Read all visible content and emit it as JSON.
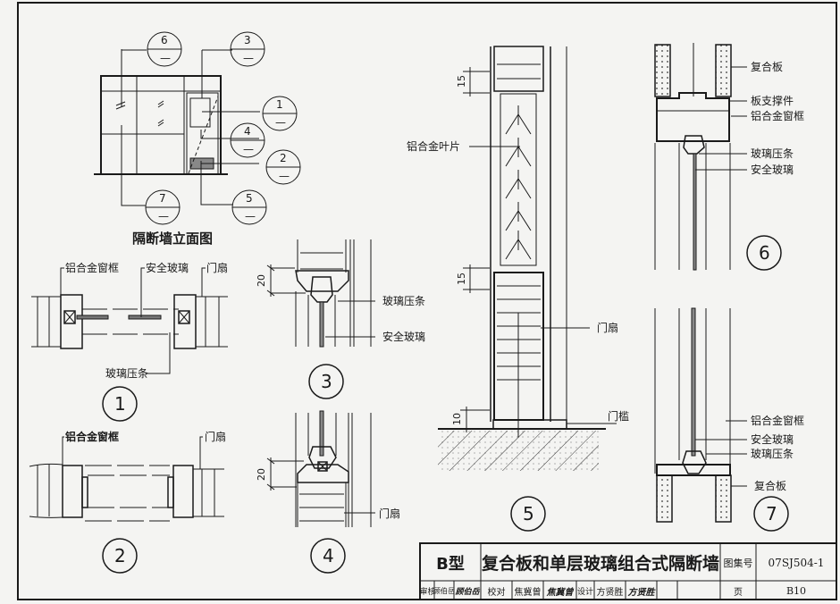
{
  "elevation": {
    "title": "隔断墙立面图",
    "callouts": [
      {
        "num": "6",
        "sheet": "—"
      },
      {
        "num": "3",
        "sheet": "—"
      },
      {
        "num": "1",
        "sheet": "—"
      },
      {
        "num": "4",
        "sheet": "—"
      },
      {
        "num": "2",
        "sheet": "—"
      },
      {
        "num": "7",
        "sheet": "—"
      },
      {
        "num": "5",
        "sheet": "—"
      }
    ]
  },
  "details": {
    "d1": {
      "num": "1",
      "labels": {
        "frame": "铝合金窗框",
        "glass": "安全玻璃",
        "door": "门扇",
        "bead": "玻璃压条"
      }
    },
    "d2": {
      "num": "2",
      "labels": {
        "frame": "铝合金窗框",
        "door": "门扇"
      }
    },
    "d3": {
      "num": "3",
      "dim": "20",
      "labels": {
        "bead": "玻璃压条",
        "glass": "安全玻璃"
      }
    },
    "d4": {
      "num": "4",
      "dim": "20",
      "labels": {
        "door": "门扇"
      }
    },
    "d5": {
      "num": "5",
      "dims": [
        "15",
        "15",
        "10"
      ],
      "labels": {
        "louver": "铝合金叶片",
        "door": "门扇",
        "sill": "门槛"
      }
    },
    "d6": {
      "num": "6",
      "labels": {
        "panel": "复合板",
        "support": "板支撑件",
        "frame": "铝合金窗框",
        "bead": "玻璃压条",
        "glass": "安全玻璃"
      }
    },
    "d7": {
      "num": "7",
      "labels": {
        "frame": "铝合金窗框",
        "glass": "安全玻璃",
        "bead": "玻璃压条",
        "panel": "复合板"
      }
    }
  },
  "title_block": {
    "type": "B型",
    "title": "复合板和单层玻璃组合式隔断墙",
    "atlas_label": "图集号",
    "atlas_no": "07SJ504-1",
    "review_label": "审核",
    "reviewer": "顾伯岳",
    "reviewer_sig": "顾伯岳",
    "check_label": "校对",
    "checker": "焦冀曾",
    "checker_sig": "焦冀曾",
    "design_label": "设计",
    "designer": "方贤胜",
    "designer_sig": "方贤胜",
    "page_label": "页",
    "page_no": "B10"
  }
}
